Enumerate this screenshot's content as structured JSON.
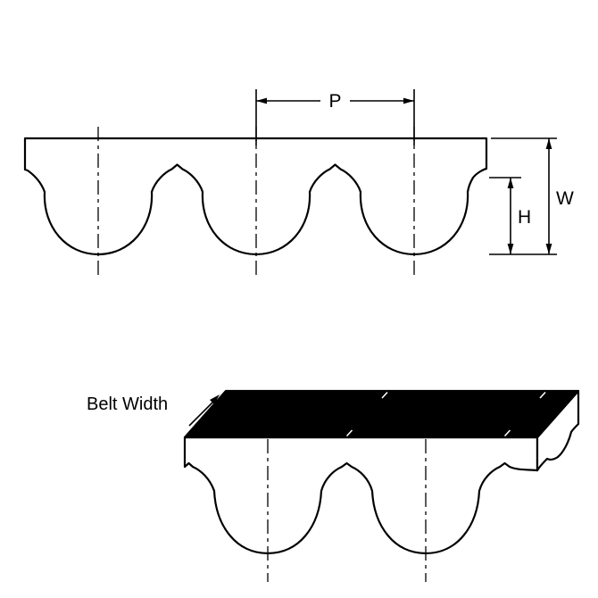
{
  "annotations": {
    "pitch_label": "P",
    "width_label": "W",
    "height_label": "H",
    "belt_width_label": "Belt Width"
  },
  "colors": {
    "line": "#000000",
    "belt_fill": "#ffffff",
    "top_face": "#000000"
  }
}
